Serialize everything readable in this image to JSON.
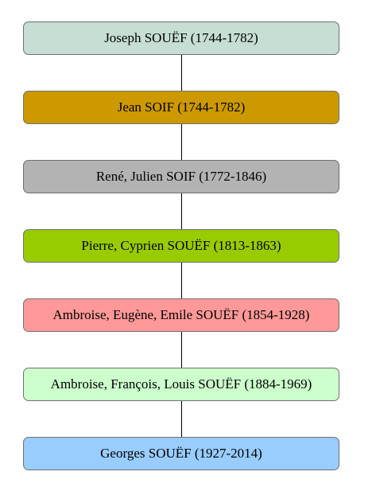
{
  "generations": [
    {
      "name": "Joseph SOUËF (1744-1782)",
      "color": "#c6ded4"
    },
    {
      "name": "Jean SOIF (1744-1782)",
      "color": "#cc9900"
    },
    {
      "name": "René, Julien SOIF (1772-1846)",
      "color": "#b3b3b3"
    },
    {
      "name": "Pierre, Cyprien SOUËF (1813-1863)",
      "color": "#99cc00"
    },
    {
      "name": "Ambroise, Eugène, Emile SOUËF (1854-1928)",
      "color": "#ff9999"
    },
    {
      "name": "Ambroise, François, Louis SOUËF (1884-1969)",
      "color": "#ccffcc"
    },
    {
      "name": "Georges SOUËF (1927-2014)",
      "color": "#99ccff"
    }
  ]
}
